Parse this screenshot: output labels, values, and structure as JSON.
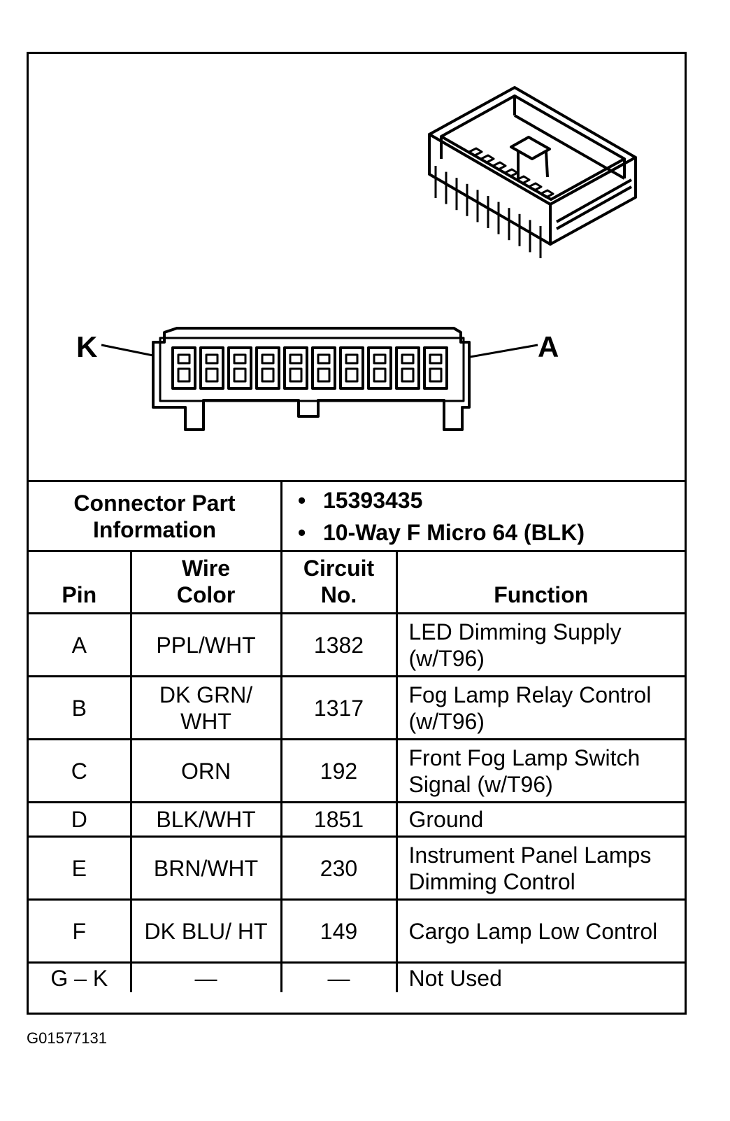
{
  "diagram": {
    "label_k": "K",
    "label_a": "A",
    "cavity_count": 10
  },
  "connector_info": {
    "label": "Connector Part Information",
    "details": [
      "15393435",
      "10-Way F Micro 64 (BLK)"
    ]
  },
  "table": {
    "headers": {
      "pin": "Pin",
      "wire_color": "Wire Color",
      "circuit": "Circuit No.",
      "function": "Function"
    },
    "rows": [
      {
        "pin": "A",
        "wire": "PPL/WHT",
        "circuit": "1382",
        "function": "LED Dimming Supply (w/T96)"
      },
      {
        "pin": "B",
        "wire": "DK GRN/ WHT",
        "circuit": "1317",
        "function": "Fog Lamp Relay Control (w/T96)"
      },
      {
        "pin": "C",
        "wire": "ORN",
        "circuit": "192",
        "function": "Front Fog Lamp Switch Signal (w/T96)"
      },
      {
        "pin": "D",
        "wire": "BLK/WHT",
        "circuit": "1851",
        "function": "Ground"
      },
      {
        "pin": "E",
        "wire": "BRN/WHT",
        "circuit": "230",
        "function": "Instrument Panel Lamps Dimming Control"
      },
      {
        "pin": "F",
        "wire": "DK BLU/ HT",
        "circuit": "149",
        "function": "Cargo Lamp Low Control"
      },
      {
        "pin": "G – K",
        "wire": "—",
        "circuit": "—",
        "function": "Not Used"
      }
    ]
  },
  "caption": "G01577131"
}
